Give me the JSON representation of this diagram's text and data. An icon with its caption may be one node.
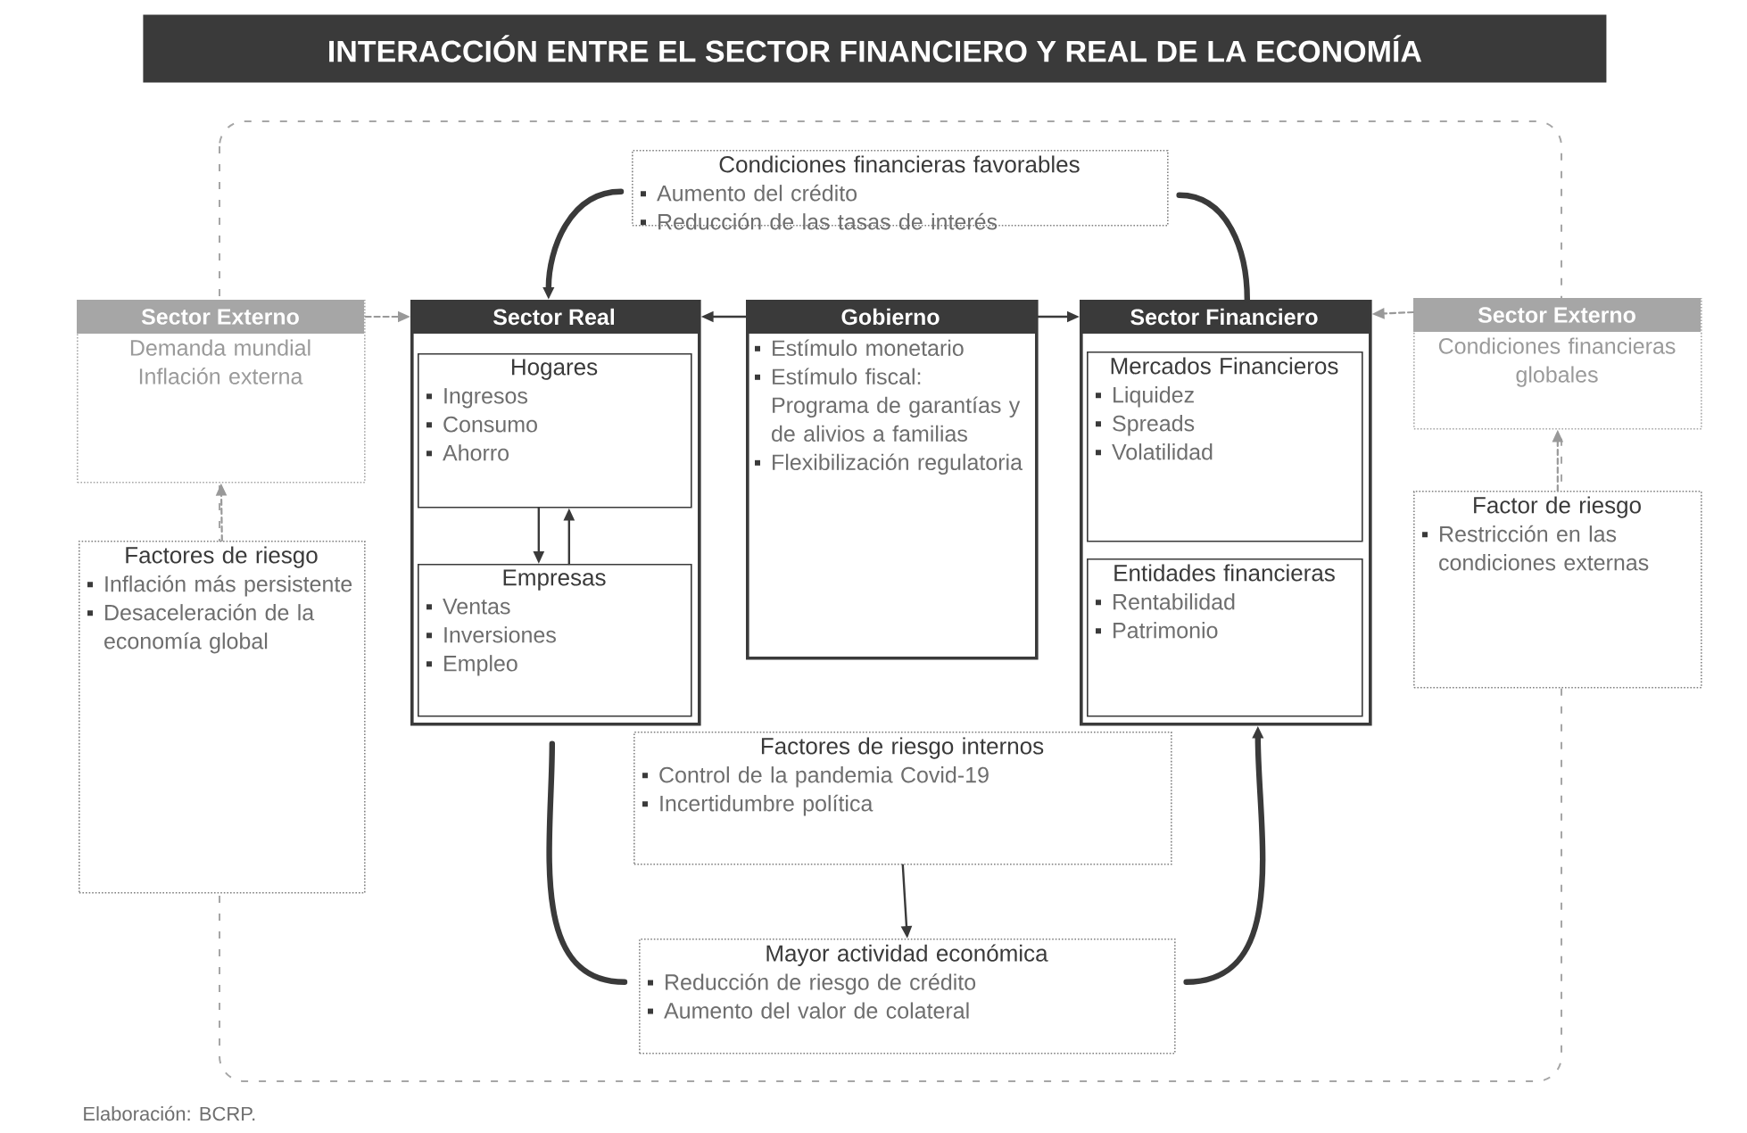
{
  "diagram": {
    "title": "INTERACCIÓN ENTRE EL SECTOR FINANCIERO Y REAL DE LA ECONOMÍA",
    "nodes": [
      {
        "text": [
          "Condiciones financieras favorables",
          "Aumento del crédito",
          "Reducción de las tasas de interés"
        ]
      },
      {
        "text": [
          "Sector Externo",
          "Demanda mundial",
          "Inflación externa"
        ]
      },
      {
        "text": [
          "Sector Real"
        ]
      },
      {
        "text": [
          "Hogares",
          "Ingresos",
          "Consumo",
          "Ahorro"
        ],
        "in": 2
      },
      {
        "text": [
          "Empresas",
          "Ventas",
          "Inversiones",
          "Empleo"
        ],
        "in": 2
      },
      {
        "text": [
          "Gobierno",
          "Estímulo monetario",
          "Estímulo fiscal: Programa de garantías y de alivios a familias",
          "Flexibilización regulatoria"
        ]
      },
      {
        "text": [
          "Sector Financiero"
        ]
      },
      {
        "text": [
          "Mercados Financieros",
          "Liquidez",
          "Spreads",
          "Volatilidad"
        ],
        "in": 6
      },
      {
        "text": [
          "Entidades financieras",
          "Rentabilidad",
          "Patrimonio"
        ],
        "in": 6
      },
      {
        "text": [
          "Sector Externo",
          "Condiciones financieras globales"
        ]
      },
      {
        "text": [
          "Factores de riesgo",
          "Inflación más persistente",
          "Desaceleración de la economía global"
        ]
      },
      {
        "text": [
          "Factor de riesgo",
          "Restricción en las condiciones externas"
        ]
      },
      {
        "text": [
          "Factores de riesgo internos",
          "Control de la pandemia Covid-19",
          "Incertidumbre política"
        ]
      },
      {
        "text": [
          "Mayor actividad económica",
          "Reducción de riesgo de crédito",
          "Aumento del valor de colateral"
        ]
      }
    ],
    "edges": [
      {
        "from": 1,
        "to": 2,
        "arrow": "to",
        "style": "dashed",
        "color": "#999999"
      },
      {
        "from": 5,
        "to": 2,
        "arrow": "to"
      },
      {
        "from": 5,
        "to": 6,
        "arrow": "to"
      },
      {
        "from": 9,
        "to": 6,
        "arrow": "to",
        "style": "dashed",
        "color": "#999999"
      },
      {
        "from": 3,
        "to": 4,
        "arrow": "to"
      },
      {
        "from": 4,
        "to": 3,
        "arrow": "to"
      },
      {
        "from": 10,
        "to": 1,
        "arrow": "to",
        "style": "dashed",
        "color": "#999999"
      },
      {
        "from": 11,
        "to": 9,
        "arrow": "to",
        "style": "dashed",
        "color": "#999999"
      },
      {
        "from": 0,
        "to": 2,
        "arrow": "to",
        "style": "thick"
      },
      {
        "from": 6,
        "to": 0,
        "arrow": "none",
        "style": "thick"
      },
      {
        "from": 2,
        "to": 13,
        "arrow": "none",
        "style": "thick"
      },
      {
        "from": 13,
        "to": 6,
        "arrow": "to",
        "style": "thick"
      },
      {
        "from": 12,
        "to": 13,
        "arrow": "to"
      }
    ],
    "labels": [
      "Elaboración: BCRP."
    ]
  }
}
